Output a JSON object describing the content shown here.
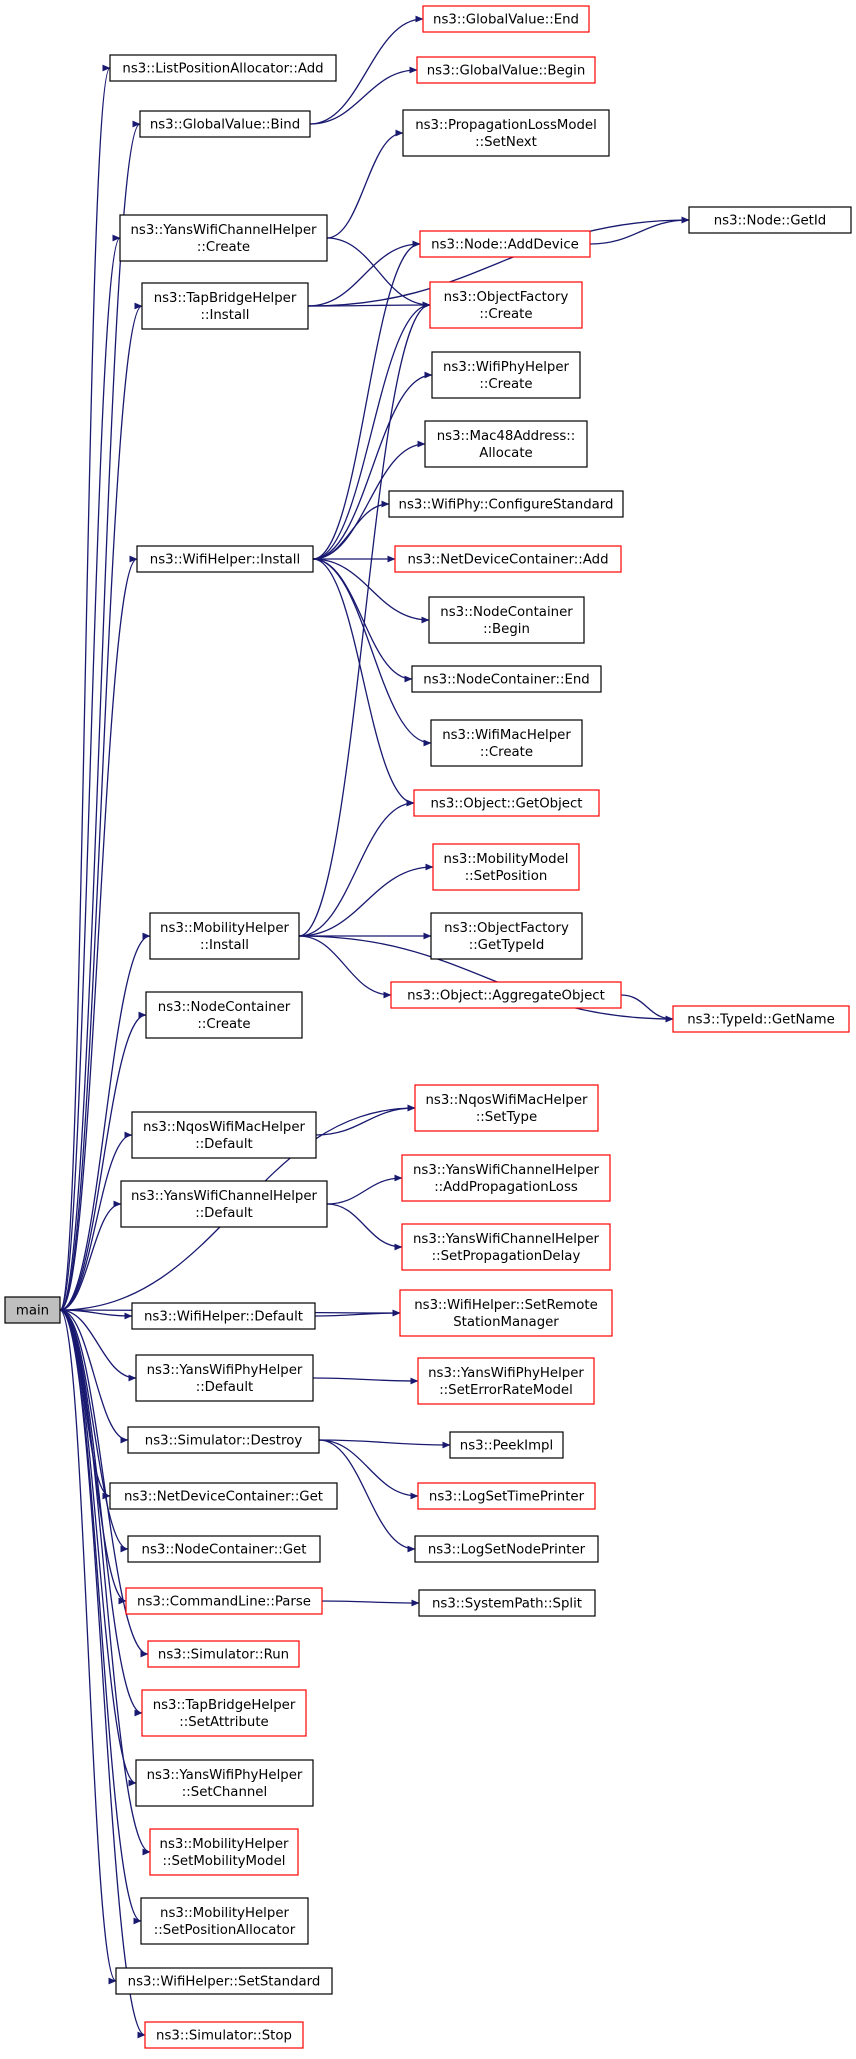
{
  "diagram": {
    "colors": {
      "edge": "#191970",
      "box_border": "#000000",
      "box_border_link": "#ff0000",
      "root_fill": "#bfbfbf",
      "text": "#000000"
    },
    "nodes": [
      {
        "id": "main",
        "lines": [
          "main"
        ],
        "root": true
      },
      {
        "id": "lpa_add",
        "lines": [
          "ns3::ListPositionAllocator::Add"
        ]
      },
      {
        "id": "gv_bind",
        "lines": [
          "ns3::GlobalValue::Bind"
        ]
      },
      {
        "id": "gv_end",
        "lines": [
          "ns3::GlobalValue::End"
        ],
        "link": true
      },
      {
        "id": "gv_begin",
        "lines": [
          "ns3::GlobalValue::Begin"
        ],
        "link": true
      },
      {
        "id": "plm_setnext",
        "lines": [
          "ns3::PropagationLossModel",
          "::SetNext"
        ]
      },
      {
        "id": "ywch_create",
        "lines": [
          "ns3::YansWifiChannelHelper",
          "::Create"
        ]
      },
      {
        "id": "node_getid",
        "lines": [
          "ns3::Node::GetId"
        ]
      },
      {
        "id": "node_adddevice",
        "lines": [
          "ns3::Node::AddDevice"
        ],
        "link": true
      },
      {
        "id": "tbh_install",
        "lines": [
          "ns3::TapBridgeHelper",
          "::Install"
        ]
      },
      {
        "id": "of_create",
        "lines": [
          "ns3::ObjectFactory",
          "::Create"
        ],
        "link": true
      },
      {
        "id": "wph_create",
        "lines": [
          "ns3::WifiPhyHelper",
          "::Create"
        ]
      },
      {
        "id": "mac48_alloc",
        "lines": [
          "ns3::Mac48Address::",
          "Allocate"
        ]
      },
      {
        "id": "wp_config",
        "lines": [
          "ns3::WifiPhy::ConfigureStandard"
        ]
      },
      {
        "id": "wh_install",
        "lines": [
          "ns3::WifiHelper::Install"
        ]
      },
      {
        "id": "ndc_add",
        "lines": [
          "ns3::NetDeviceContainer::Add"
        ],
        "link": true
      },
      {
        "id": "nc_begin",
        "lines": [
          "ns3::NodeContainer",
          "::Begin"
        ]
      },
      {
        "id": "nc_end",
        "lines": [
          "ns3::NodeContainer::End"
        ]
      },
      {
        "id": "wmh_create",
        "lines": [
          "ns3::WifiMacHelper",
          "::Create"
        ]
      },
      {
        "id": "obj_getobject",
        "lines": [
          "ns3::Object::GetObject"
        ],
        "link": true
      },
      {
        "id": "mm_setpos",
        "lines": [
          "ns3::MobilityModel",
          "::SetPosition"
        ],
        "link": true
      },
      {
        "id": "mh_install",
        "lines": [
          "ns3::MobilityHelper",
          "::Install"
        ]
      },
      {
        "id": "of_gettypeid",
        "lines": [
          "ns3::ObjectFactory",
          "::GetTypeId"
        ]
      },
      {
        "id": "obj_aggregate",
        "lines": [
          "ns3::Object::AggregateObject"
        ],
        "link": true
      },
      {
        "id": "typeid_getname",
        "lines": [
          "ns3::TypeId::GetName"
        ],
        "link": true
      },
      {
        "id": "nc_create",
        "lines": [
          "ns3::NodeContainer",
          "::Create"
        ]
      },
      {
        "id": "nqos_settype",
        "lines": [
          "ns3::NqosWifiMacHelper",
          "::SetType"
        ],
        "link": true
      },
      {
        "id": "nqos_default",
        "lines": [
          "ns3::NqosWifiMacHelper",
          "::Default"
        ]
      },
      {
        "id": "ywch_addloss",
        "lines": [
          "ns3::YansWifiChannelHelper",
          "::AddPropagationLoss"
        ],
        "link": true
      },
      {
        "id": "ywch_default",
        "lines": [
          "ns3::YansWifiChannelHelper",
          "::Default"
        ]
      },
      {
        "id": "ywch_setdelay",
        "lines": [
          "ns3::YansWifiChannelHelper",
          "::SetPropagationDelay"
        ],
        "link": true
      },
      {
        "id": "wh_setremote",
        "lines": [
          "ns3::WifiHelper::SetRemote",
          "StationManager"
        ],
        "link": true
      },
      {
        "id": "wh_default",
        "lines": [
          "ns3::WifiHelper::Default"
        ]
      },
      {
        "id": "ywph_seterr",
        "lines": [
          "ns3::YansWifiPhyHelper",
          "::SetErrorRateModel"
        ],
        "link": true
      },
      {
        "id": "ywph_default",
        "lines": [
          "ns3::YansWifiPhyHelper",
          "::Default"
        ]
      },
      {
        "id": "sim_destroy",
        "lines": [
          "ns3::Simulator::Destroy"
        ]
      },
      {
        "id": "peekimpl",
        "lines": [
          "ns3::PeekImpl"
        ]
      },
      {
        "id": "log_time",
        "lines": [
          "ns3::LogSetTimePrinter"
        ],
        "link": true
      },
      {
        "id": "ndc_get",
        "lines": [
          "ns3::NetDeviceContainer::Get"
        ]
      },
      {
        "id": "log_node",
        "lines": [
          "ns3::LogSetNodePrinter"
        ]
      },
      {
        "id": "nc_get",
        "lines": [
          "ns3::NodeContainer::Get"
        ]
      },
      {
        "id": "cl_parse",
        "lines": [
          "ns3::CommandLine::Parse"
        ],
        "link": true
      },
      {
        "id": "sp_split",
        "lines": [
          "ns3::SystemPath::Split"
        ]
      },
      {
        "id": "sim_run",
        "lines": [
          "ns3::Simulator::Run"
        ],
        "link": true
      },
      {
        "id": "tbh_setattr",
        "lines": [
          "ns3::TapBridgeHelper",
          "::SetAttribute"
        ],
        "link": true
      },
      {
        "id": "ywph_setchannel",
        "lines": [
          "ns3::YansWifiPhyHelper",
          "::SetChannel"
        ]
      },
      {
        "id": "mh_setmodel",
        "lines": [
          "ns3::MobilityHelper",
          "::SetMobilityModel"
        ],
        "link": true
      },
      {
        "id": "mh_setalloc",
        "lines": [
          "ns3::MobilityHelper",
          "::SetPositionAllocator"
        ]
      },
      {
        "id": "wh_setstandard",
        "lines": [
          "ns3::WifiHelper::SetStandard"
        ]
      },
      {
        "id": "sim_stop",
        "lines": [
          "ns3::Simulator::Stop"
        ],
        "link": true
      }
    ],
    "edges": [
      [
        "main",
        "lpa_add"
      ],
      [
        "main",
        "gv_bind"
      ],
      [
        "main",
        "ywch_create"
      ],
      [
        "main",
        "tbh_install"
      ],
      [
        "main",
        "wh_install"
      ],
      [
        "main",
        "mh_install"
      ],
      [
        "main",
        "nc_create"
      ],
      [
        "main",
        "nqos_settype"
      ],
      [
        "main",
        "nqos_default"
      ],
      [
        "main",
        "ywch_default"
      ],
      [
        "main",
        "wh_setremote"
      ],
      [
        "main",
        "wh_default"
      ],
      [
        "main",
        "ywph_default"
      ],
      [
        "main",
        "sim_destroy"
      ],
      [
        "main",
        "ndc_get"
      ],
      [
        "main",
        "nc_get"
      ],
      [
        "main",
        "cl_parse"
      ],
      [
        "main",
        "sim_run"
      ],
      [
        "main",
        "tbh_setattr"
      ],
      [
        "main",
        "ywph_setchannel"
      ],
      [
        "main",
        "mh_setmodel"
      ],
      [
        "main",
        "mh_setalloc"
      ],
      [
        "main",
        "wh_setstandard"
      ],
      [
        "main",
        "sim_stop"
      ],
      [
        "gv_bind",
        "gv_end"
      ],
      [
        "gv_bind",
        "gv_begin"
      ],
      [
        "ywch_create",
        "plm_setnext"
      ],
      [
        "ywch_create",
        "of_create"
      ],
      [
        "tbh_install",
        "node_getid"
      ],
      [
        "tbh_install",
        "node_adddevice"
      ],
      [
        "tbh_install",
        "of_create"
      ],
      [
        "node_adddevice",
        "node_getid"
      ],
      [
        "wh_install",
        "node_adddevice"
      ],
      [
        "wh_install",
        "of_create"
      ],
      [
        "wh_install",
        "wph_create"
      ],
      [
        "wh_install",
        "mac48_alloc"
      ],
      [
        "wh_install",
        "wp_config"
      ],
      [
        "wh_install",
        "ndc_add"
      ],
      [
        "wh_install",
        "nc_begin"
      ],
      [
        "wh_install",
        "nc_end"
      ],
      [
        "wh_install",
        "wmh_create"
      ],
      [
        "wh_install",
        "obj_getobject"
      ],
      [
        "mh_install",
        "of_create"
      ],
      [
        "mh_install",
        "obj_getobject"
      ],
      [
        "mh_install",
        "mm_setpos"
      ],
      [
        "mh_install",
        "of_gettypeid"
      ],
      [
        "mh_install",
        "obj_aggregate"
      ],
      [
        "mh_install",
        "typeid_getname"
      ],
      [
        "obj_aggregate",
        "typeid_getname"
      ],
      [
        "nqos_default",
        "nqos_settype"
      ],
      [
        "ywch_default",
        "ywch_addloss"
      ],
      [
        "ywch_default",
        "ywch_setdelay"
      ],
      [
        "wh_default",
        "wh_setremote"
      ],
      [
        "ywph_default",
        "ywph_seterr"
      ],
      [
        "sim_destroy",
        "peekimpl"
      ],
      [
        "sim_destroy",
        "log_time"
      ],
      [
        "sim_destroy",
        "log_node"
      ],
      [
        "cl_parse",
        "sp_split"
      ]
    ]
  }
}
